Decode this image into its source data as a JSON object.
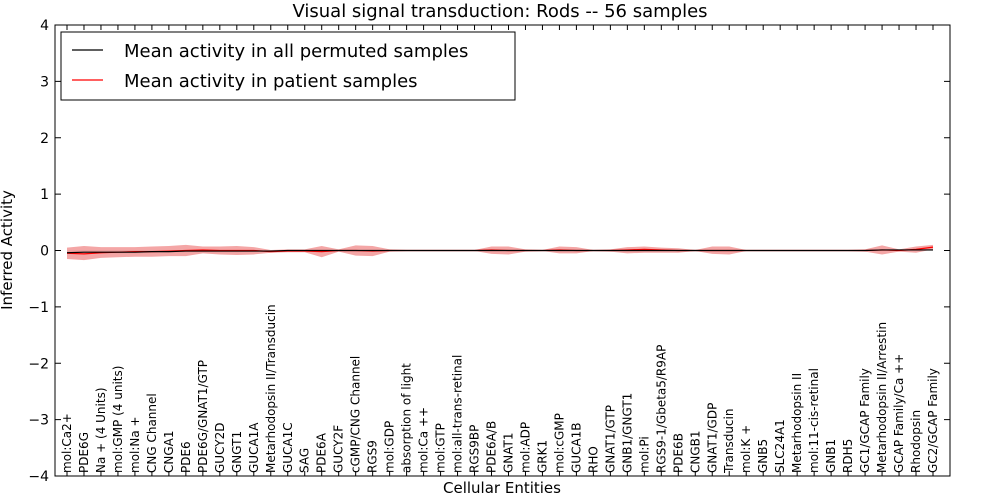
{
  "chart_data": {
    "type": "line",
    "title": "Visual signal transduction: Rods -- 56 samples",
    "xlabel": "Cellular Entities",
    "ylabel": "Inferred Activity",
    "ylim": [
      -4,
      4
    ],
    "yticks": [
      -4,
      -3,
      -2,
      -1,
      0,
      1,
      2,
      3,
      4
    ],
    "ytick_labels": [
      "−4",
      "−3",
      "−2",
      "−1",
      "0",
      "1",
      "2",
      "3",
      "4"
    ],
    "legend_position": "top-left",
    "grid": false,
    "categories": [
      "mol:Ca2+",
      "PDE6G",
      "Na + (4 Units)",
      "mol:GMP (4 units)",
      "mol:Na +",
      "CNG Channel",
      "CNGA1",
      "PDE6",
      "PDE6G/GNAT1/GTP",
      "GUCY2D",
      "GNGT1",
      "GUCA1A",
      "Metarhodopsin II/Transducin",
      "GUCA1C",
      "SAG",
      "PDE6A",
      "GUCY2F",
      "cGMP/CNG Channel",
      "RGS9",
      "mol:GDP",
      "absorption of light",
      "mol:Ca ++",
      "mol:GTP",
      "mol:all-trans-retinal",
      "RGS9BP",
      "PDE6A/B",
      "GNAT1",
      "mol:ADP",
      "GRK1",
      "mol:cGMP",
      "GUCA1B",
      "RHO",
      "GNAT1/GTP",
      "GNB1/GNGT1",
      "mol:Pi",
      "RGS9-1/Gbeta5/R9AP",
      "PDE6B",
      "CNGB1",
      "GNAT1/GDP",
      "Transducin",
      "mol:K +",
      "GNB5",
      "SLC24A1",
      "Metarhodopsin II",
      "mol:11-cis-retinal",
      "GNB1",
      "RDH5",
      "GC1/GCAP Family",
      "Metarhodopsin II/Arrestin",
      "GCAP Family/Ca ++",
      "Rhodopsin",
      "GC2/GCAP Family"
    ],
    "series": [
      {
        "name": "Mean activity in all permuted samples",
        "color": "#000000",
        "values": [
          -0.04,
          -0.03,
          -0.03,
          -0.03,
          -0.03,
          -0.02,
          -0.02,
          -0.01,
          -0.01,
          -0.01,
          -0.01,
          -0.01,
          -0.01,
          0.0,
          0.0,
          0.0,
          0.0,
          0.0,
          0.0,
          0.0,
          0.0,
          0.0,
          0.0,
          0.0,
          0.0,
          0.0,
          0.0,
          0.0,
          0.0,
          0.0,
          0.0,
          0.0,
          0.0,
          0.0,
          0.0,
          0.0,
          0.0,
          0.0,
          0.0,
          0.0,
          0.0,
          0.0,
          0.0,
          0.0,
          0.0,
          0.0,
          0.0,
          0.0,
          0.01,
          0.01,
          0.01,
          0.01
        ],
        "band_upper": [
          0.0,
          0.01,
          0.01,
          0.01,
          0.01,
          0.01,
          0.01,
          0.01,
          0.01,
          0.01,
          0.01,
          0.01,
          0.01,
          0.01,
          0.01,
          0.01,
          0.01,
          0.01,
          0.01,
          0.01,
          0.01,
          0.01,
          0.01,
          0.01,
          0.01,
          0.01,
          0.01,
          0.01,
          0.01,
          0.01,
          0.01,
          0.01,
          0.01,
          0.01,
          0.01,
          0.01,
          0.01,
          0.01,
          0.01,
          0.01,
          0.01,
          0.01,
          0.01,
          0.01,
          0.01,
          0.01,
          0.01,
          0.01,
          0.02,
          0.02,
          0.02,
          0.02
        ],
        "band_lower": [
          -0.05,
          -0.05,
          -0.05,
          -0.05,
          -0.05,
          -0.04,
          -0.04,
          -0.03,
          -0.03,
          -0.03,
          -0.03,
          -0.02,
          -0.02,
          -0.02,
          -0.02,
          -0.02,
          -0.02,
          -0.02,
          -0.02,
          -0.02,
          -0.02,
          -0.02,
          -0.02,
          -0.02,
          -0.02,
          -0.02,
          -0.02,
          -0.02,
          -0.02,
          -0.02,
          -0.02,
          -0.02,
          -0.02,
          -0.02,
          -0.02,
          -0.02,
          -0.02,
          -0.02,
          -0.02,
          -0.02,
          -0.02,
          -0.02,
          -0.02,
          -0.02,
          -0.02,
          -0.02,
          -0.02,
          -0.02,
          -0.01,
          -0.01,
          -0.01,
          -0.01
        ]
      },
      {
        "name": "Mean activity in patient samples",
        "color": "#ff0000",
        "band_color": "#f08080",
        "values": [
          -0.05,
          -0.06,
          -0.04,
          -0.03,
          -0.02,
          -0.02,
          -0.01,
          0.0,
          0.01,
          0.0,
          0.0,
          0.0,
          -0.02,
          -0.01,
          -0.01,
          -0.02,
          0.0,
          0.0,
          -0.01,
          0.0,
          0.0,
          0.0,
          0.0,
          0.0,
          0.0,
          0.01,
          0.0,
          0.0,
          0.0,
          0.01,
          0.0,
          0.0,
          0.0,
          0.01,
          0.02,
          0.01,
          0.0,
          0.0,
          0.0,
          0.0,
          0.0,
          0.0,
          0.0,
          0.0,
          0.0,
          0.0,
          0.0,
          0.0,
          0.01,
          0.0,
          0.02,
          0.06
        ],
        "band_upper": [
          0.05,
          0.08,
          0.06,
          0.06,
          0.06,
          0.07,
          0.08,
          0.1,
          0.07,
          0.07,
          0.08,
          0.06,
          0.01,
          0.02,
          0.02,
          0.08,
          0.02,
          0.09,
          0.08,
          0.02,
          0.01,
          0.01,
          0.01,
          0.01,
          0.01,
          0.07,
          0.07,
          0.02,
          0.01,
          0.07,
          0.06,
          0.01,
          0.02,
          0.06,
          0.07,
          0.05,
          0.04,
          0.01,
          0.07,
          0.07,
          0.01,
          0.01,
          0.01,
          0.01,
          0.01,
          0.01,
          0.01,
          0.02,
          0.09,
          0.02,
          0.07,
          0.1
        ],
        "band_lower": [
          -0.15,
          -0.17,
          -0.13,
          -0.12,
          -0.11,
          -0.11,
          -0.1,
          -0.1,
          -0.05,
          -0.07,
          -0.08,
          -0.07,
          -0.04,
          -0.03,
          -0.03,
          -0.12,
          -0.02,
          -0.09,
          -0.1,
          -0.02,
          -0.01,
          -0.01,
          -0.01,
          -0.01,
          -0.01,
          -0.06,
          -0.07,
          -0.02,
          -0.01,
          -0.05,
          -0.05,
          -0.01,
          -0.02,
          -0.05,
          -0.04,
          -0.04,
          -0.04,
          -0.01,
          -0.06,
          -0.07,
          -0.01,
          -0.01,
          -0.01,
          -0.01,
          -0.01,
          -0.01,
          -0.01,
          -0.02,
          -0.07,
          -0.02,
          -0.04,
          0.02
        ]
      }
    ]
  }
}
